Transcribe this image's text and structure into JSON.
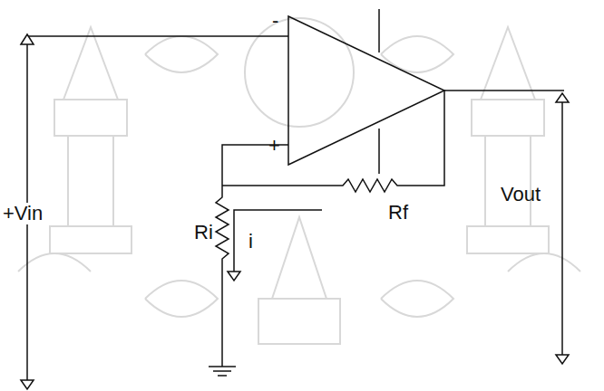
{
  "diagram": {
    "labels": [
      "-",
      "+",
      "+Vin",
      "Ri",
      "i",
      "Rf",
      "Vout"
    ]
  }
}
